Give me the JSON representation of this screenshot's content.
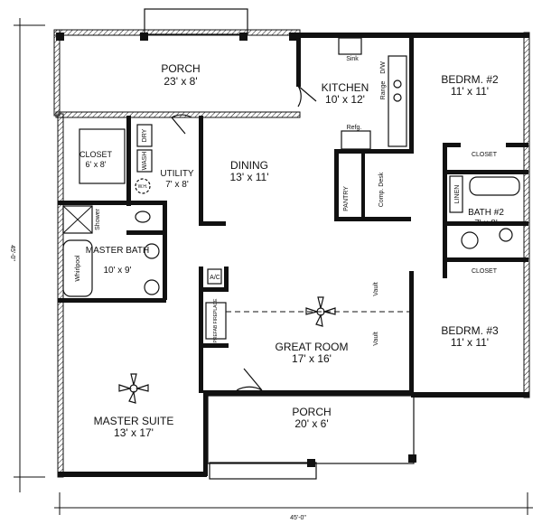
{
  "plan": {
    "dimension_side": "45'-0\"",
    "dimension_bottom": "45'-0\"",
    "rooms": {
      "porch_top": {
        "name": "PORCH",
        "size": "23' x 8'"
      },
      "kitchen": {
        "name": "KITCHEN",
        "size": "10' x 12'"
      },
      "bedroom2": {
        "name": "BEDRM. #2",
        "size": "11' x 11'"
      },
      "closet_master": {
        "name": "CLOSET",
        "size": "6' x 8'"
      },
      "utility": {
        "name": "UTILITY",
        "size": "7' x 8'"
      },
      "dining": {
        "name": "DINING",
        "size": "13' x 11'"
      },
      "master_bath": {
        "name": "MASTER BATH",
        "size": "10' x 9'"
      },
      "bath2": {
        "name": "BATH #2",
        "size": "7' x 8'"
      },
      "bedroom3": {
        "name": "BEDRM. #3",
        "size": "11' x 11'"
      },
      "great_room": {
        "name": "GREAT ROOM",
        "size": "17' x 16'"
      },
      "master_suite": {
        "name": "MASTER SUITE",
        "size": "13' x 17'"
      },
      "porch_bottom": {
        "name": "PORCH",
        "size": "20' x 6'"
      }
    },
    "fixtures": {
      "sink": "Sink",
      "dw": "D/W",
      "range": "Range",
      "refrig": "Refg.",
      "pantry": "PANTRY",
      "desk": "Comp. Desk",
      "closet2": "CLOSET",
      "closet3": "CLOSET",
      "linen": "LINEN",
      "dryer": "DRY",
      "washer": "WASH",
      "water_heater": "W.H.",
      "shower": "Shower",
      "whirlpool": "Whirlpool",
      "ac": "A/C",
      "fireplace": "PREFAB FIREPLACE",
      "vault": "Vault"
    }
  }
}
